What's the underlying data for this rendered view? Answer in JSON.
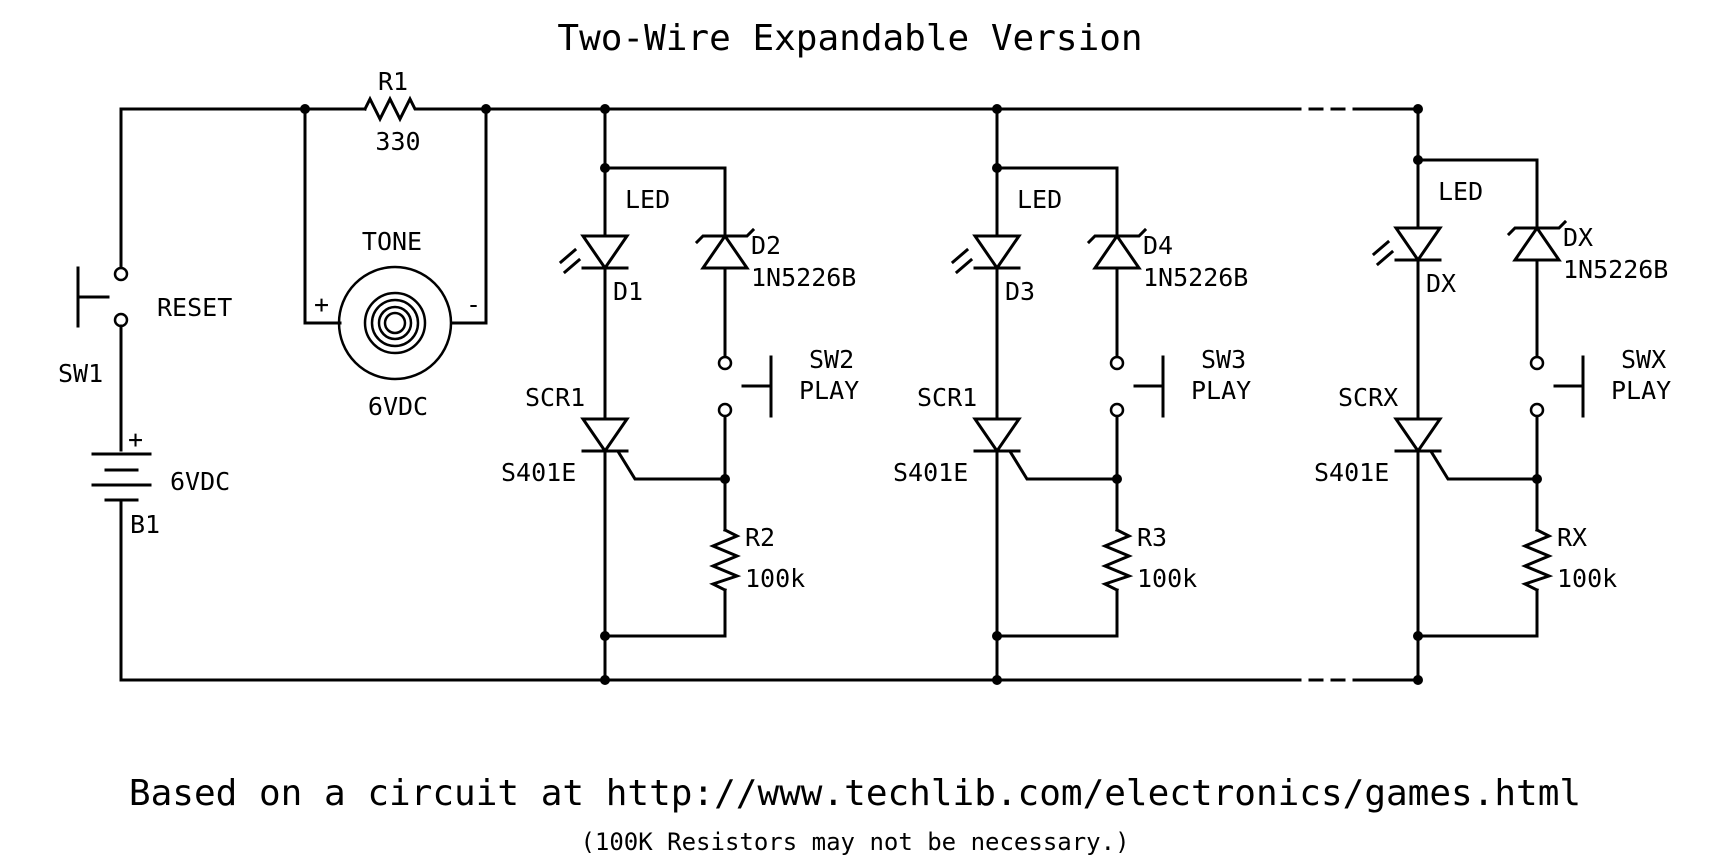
{
  "title": "Two-Wire Expandable Version",
  "footer": "Based on a circuit at http://www.techlib.com/electronics/games.html",
  "note": "(100K Resistors may not be necessary.)",
  "input": {
    "switch_label": "RESET",
    "switch_ref": "SW1",
    "battery_voltage": "6VDC",
    "battery_ref": "B1",
    "battery_plus": "+"
  },
  "tone": {
    "resistor_ref": "R1",
    "resistor_value": "330",
    "buzzer_label": "TONE",
    "buzzer_voltage": "6VDC",
    "plus": "+",
    "minus": "-"
  },
  "stages": [
    {
      "led_label": "LED",
      "led_ref": "D1",
      "zener_ref": "D2",
      "zener_part": "1N5226B",
      "switch_ref": "SW2",
      "switch_label": "PLAY",
      "scr_ref": "SCR1",
      "scr_part": "S401E",
      "res_ref": "R2",
      "res_value": "100k"
    },
    {
      "led_label": "LED",
      "led_ref": "D3",
      "zener_ref": "D4",
      "zener_part": "1N5226B",
      "switch_ref": "SW3",
      "switch_label": "PLAY",
      "scr_ref": "SCR1",
      "scr_part": "S401E",
      "res_ref": "R3",
      "res_value": "100k"
    },
    {
      "led_label": "LED",
      "led_ref": "DX",
      "zener_ref": "DX",
      "zener_part": "1N5226B",
      "switch_ref": "SWX",
      "switch_label": "PLAY",
      "scr_ref": "SCRX",
      "scr_part": "S401E",
      "res_ref": "RX",
      "res_value": "100k"
    }
  ]
}
